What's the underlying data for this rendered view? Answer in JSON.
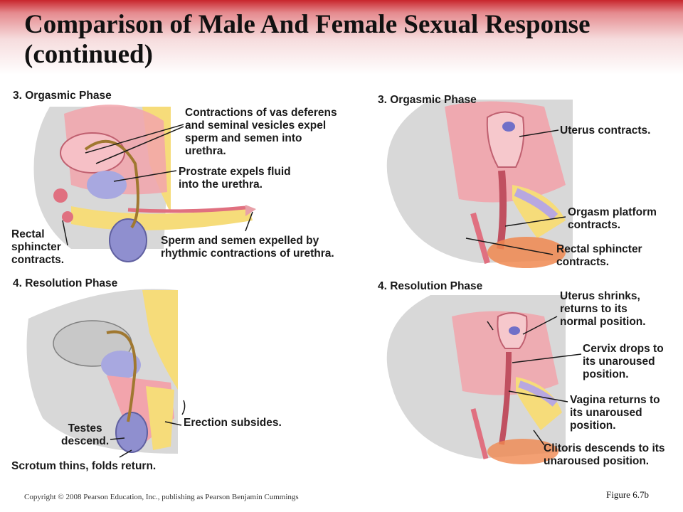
{
  "title": "Comparison of Male And Female Sexual Response (continued)",
  "male_orgasmic": {
    "heading": "3. Orgasmic Phase",
    "label_vas": "Contractions of vas deferens\nand seminal vesicles expel\nsperm and semen into\nurethra.",
    "label_prostate": "Prostrate expels fluid\ninto the urethra.",
    "label_sperm": "Sperm and semen expelled by\nrhythmic contractions of urethra.",
    "label_rectal": "Rectal\nsphincter\ncontracts."
  },
  "male_resolution": {
    "heading": "4. Resolution Phase",
    "label_erection": "Erection subsides.",
    "label_testes": "Testes\ndescend.",
    "label_scrotum": "Scrotum thins, folds return."
  },
  "female_orgasmic": {
    "heading": "3. Orgasmic Phase",
    "label_uterus": "Uterus contracts.",
    "label_platform": "Orgasm platform\ncontracts.",
    "label_rectal": "Rectal sphincter\ncontracts."
  },
  "female_resolution": {
    "heading": "4. Resolution Phase",
    "label_uterus": "Uterus shrinks,\nreturns to its\nnormal position.",
    "label_cervix": "Cervix drops to\nits unaroused\nposition.",
    "label_vagina": "Vagina returns to\nits unaroused\nposition.",
    "label_clitoris": "Clitoris descends to its\nunaroused position."
  },
  "copyright": "Copyright © 2008 Pearson Education, Inc., publishing as Pearson Benjamin Cummings",
  "figure_ref": "Figure 6.7b",
  "colors": {
    "title_bar": "#c8252c",
    "tissue_pink": "#f0a0a8",
    "fat_yellow": "#f6dc7a",
    "bone_gray": "#c8c8c8",
    "organ_purple": "#9a9ad8"
  }
}
